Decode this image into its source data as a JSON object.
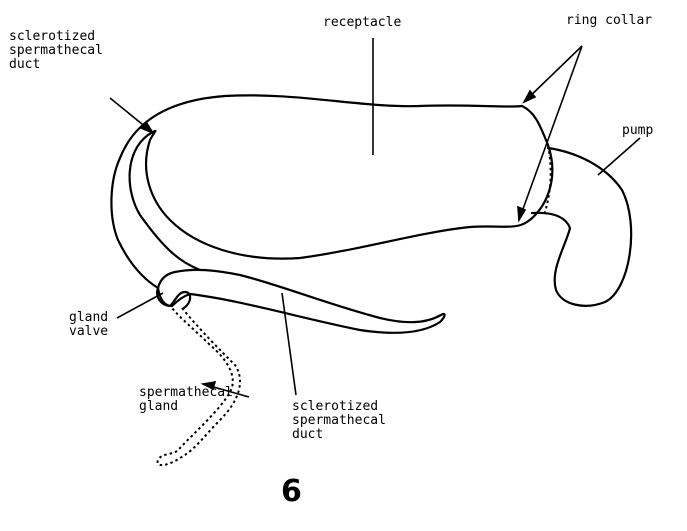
{
  "diagram": {
    "labels": {
      "receptacle": "receptacle",
      "ring_collar": "ring collar",
      "pump": "pump",
      "sclerotized_duct_top": "sclerotized\nspermathecal\nduct",
      "gland_valve": "gland\nvalve",
      "spermathecal_gland": "spermathecal\ngland",
      "sclerotized_duct_bottom": "sclerotized\nspermathecal\nduct"
    },
    "figure_number": "6"
  }
}
